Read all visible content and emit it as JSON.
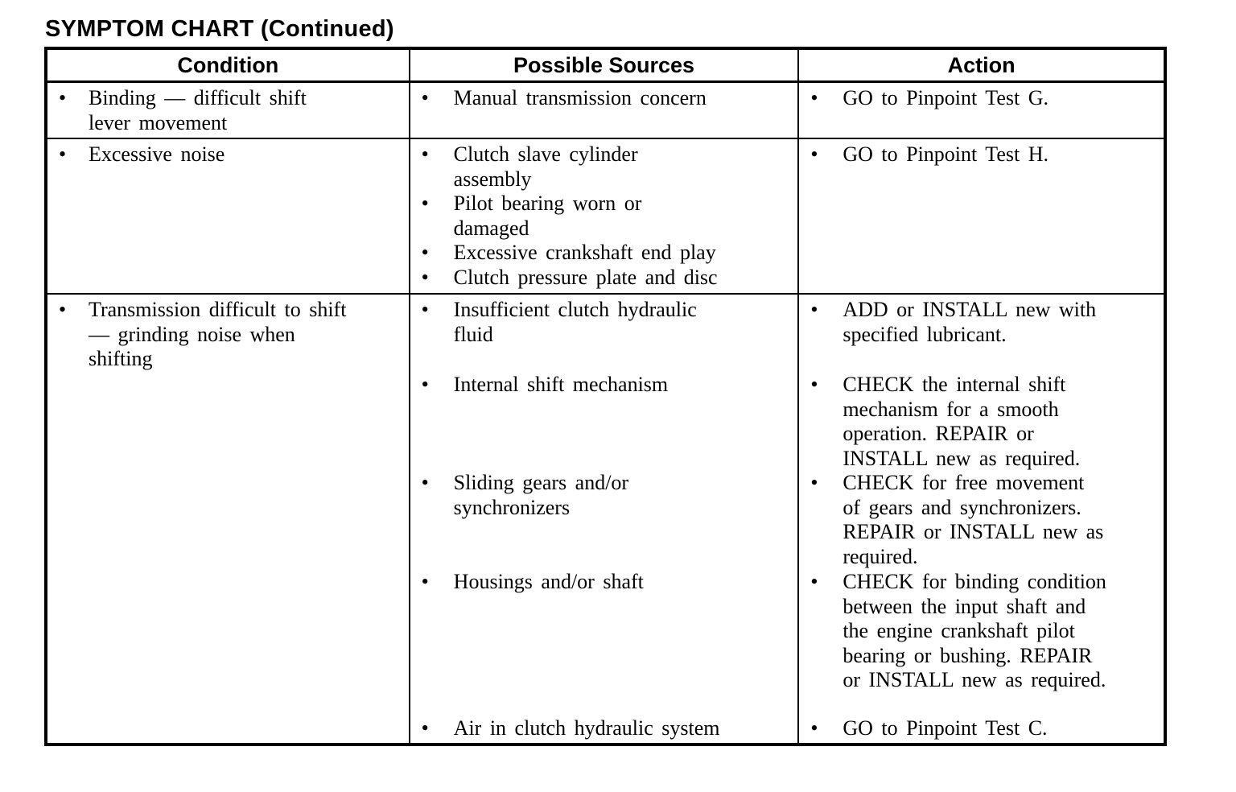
{
  "page": {
    "title": "SYMPTOM CHART (Continued)"
  },
  "table": {
    "bullet": "•",
    "headers": [
      "Condition",
      "Possible Sources",
      "Action"
    ],
    "rows": [
      {
        "condition": "Binding — difficult shift\nlever movement",
        "sources": [
          "Manual transmission concern"
        ],
        "actions": [
          "GO to Pinpoint Test G."
        ]
      },
      {
        "condition": "Excessive noise",
        "sources": [
          "Clutch slave cylinder\nassembly",
          "Pilot bearing worn or\ndamaged",
          "Excessive crankshaft end play",
          "Clutch pressure plate and disc"
        ],
        "actions": [
          "GO to Pinpoint Test H."
        ]
      },
      {
        "condition": "Transmission difficult to shift\n— grinding noise when\nshifting",
        "pairs": [
          {
            "source": "Insufficient clutch hydraulic\nfluid",
            "action": "ADD or INSTALL new with\nspecified lubricant."
          },
          {
            "source": "Internal shift mechanism",
            "action": "CHECK the internal shift\nmechanism for a smooth\noperation. REPAIR or\nINSTALL new as required."
          },
          {
            "source": "Sliding gears and/or\nsynchronizers",
            "action": "CHECK for free movement\nof gears and synchronizers.\nREPAIR or INSTALL new as\nrequired."
          },
          {
            "source": "Housings and/or shaft",
            "action": "CHECK for binding condition\nbetween the input shaft and\nthe engine crankshaft pilot\nbearing or bushing. REPAIR\nor INSTALL new as required."
          },
          {
            "source": "Air in clutch hydraulic system",
            "action": "GO to Pinpoint Test C."
          }
        ]
      }
    ]
  }
}
